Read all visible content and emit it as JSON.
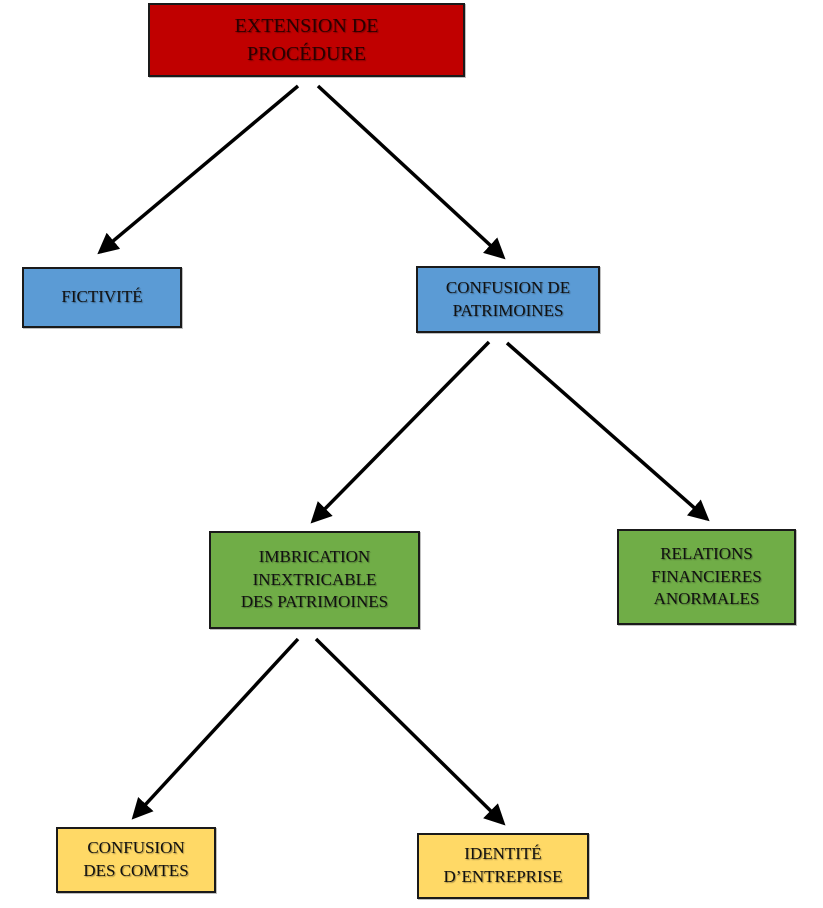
{
  "colors": {
    "root": "#c00000",
    "level1": "#5b9bd5",
    "level2": "#70ad47",
    "level3": "#ffd966",
    "edge": "#000000"
  },
  "nodes": {
    "root": {
      "label": "EXTENSION DE\nPROCÉDURE"
    },
    "fictivite": {
      "label": "FICTIVITÉ"
    },
    "confusion_patrimoines": {
      "label": "CONFUSION DE\nPATRIMOINES"
    },
    "imbrication": {
      "label": "IMBRICATION\nINEXTRICABLE\nDES PATRIMOINES"
    },
    "relations": {
      "label": "RELATIONS\nFINANCIERES\nANORMALES"
    },
    "confusion_comptes": {
      "label": "CONFUSION\nDES COMTES"
    },
    "identite": {
      "label": "IDENTITÉ\nD’ENTREPRISE"
    }
  },
  "edges": [
    {
      "from": "root",
      "to": "fictivite"
    },
    {
      "from": "root",
      "to": "confusion_patrimoines"
    },
    {
      "from": "confusion_patrimoines",
      "to": "imbrication"
    },
    {
      "from": "confusion_patrimoines",
      "to": "relations"
    },
    {
      "from": "imbrication",
      "to": "confusion_comptes"
    },
    {
      "from": "imbrication",
      "to": "identite"
    }
  ]
}
